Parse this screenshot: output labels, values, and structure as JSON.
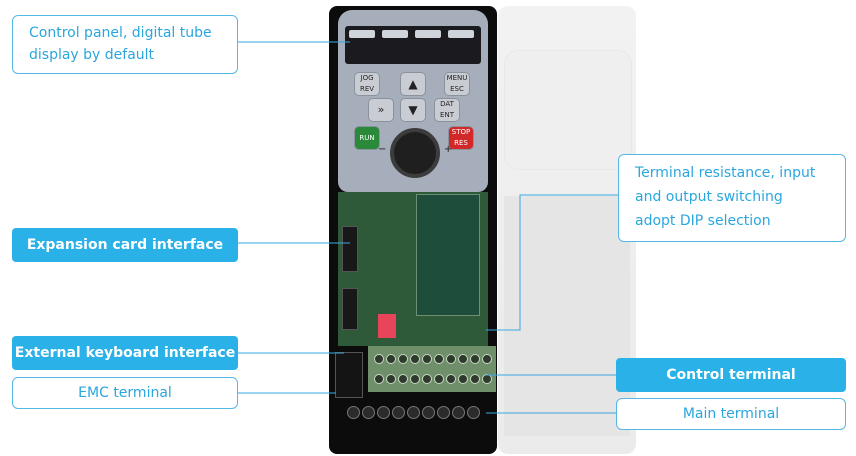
{
  "callouts": {
    "control_panel": {
      "line1": "Control panel, digital tube",
      "line2": "display by default"
    },
    "expansion_card": "Expansion card interface",
    "external_keyboard": "External keyboard interface",
    "emc_terminal": "EMC terminal",
    "terminal_resistance": {
      "line1": "Terminal resistance, input",
      "line2": "and output switching",
      "line3": "adopt DIP selection"
    },
    "control_terminal": "Control terminal",
    "main_terminal": "Main terminal"
  },
  "keypad": {
    "jog_rev": "JOG\nREV",
    "menu_esc": "MENU\nESC",
    "dat_ent": "DAT\nENT",
    "run": "RUN",
    "stop_res": "STOP\nRES",
    "minus": "−",
    "plus": "+"
  },
  "colors": {
    "accent": "#29b1e8",
    "outline": "#56b8e6"
  }
}
